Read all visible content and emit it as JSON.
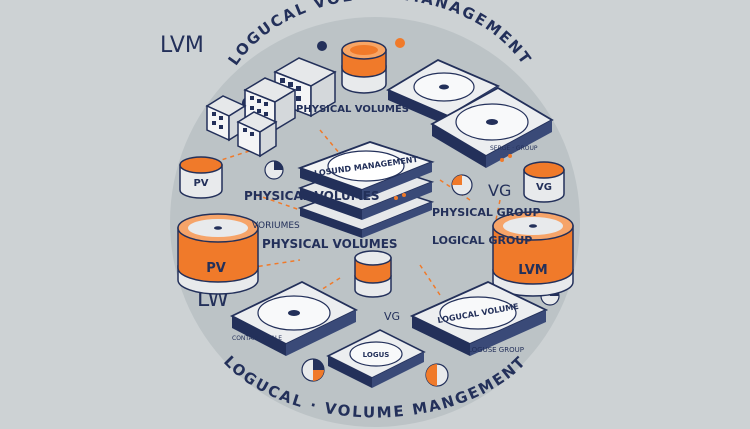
{
  "title_top": "LOGUCAL VOLUME MANAGEMENT",
  "title_bottom": "LOGUCAL · VOLUME MANGEMENT",
  "corner_labels": {
    "top_left": "LVM",
    "bottom_left": "LW"
  },
  "labels": {
    "physical_volumes_top": "PHYSICAL VOLUMES",
    "physical_volumes_left": "PHYSICAL VOLUMES",
    "voriumes": "VORIUMES",
    "physical_volumes_mid": "PHYSICAL VOLUMES",
    "physical_group": "PHYSICAL GROUP",
    "logical_group": "LOGICAL GROUP",
    "vg_right": "VG",
    "vg_center": "VG",
    "loguse_group": "LOGUSE GROUP",
    "pv_small": "PV",
    "vg_small": "VG",
    "pv_big": "PV",
    "lvm_big": "LVM",
    "center_box": "LOSUND MANAGEMENT",
    "logical_volume_box": "LOGUCAL VOLUME",
    "tiny_right": "SERGE · GROUP",
    "tiny_bottom": "CONTAINERSALE",
    "disk_label": "LOGUS"
  },
  "colors": {
    "background": "#cdd2d4",
    "circle": "#bcc3c6",
    "navy": "#23305a",
    "orange": "#f07a2a",
    "disk": "#e8eaec"
  }
}
